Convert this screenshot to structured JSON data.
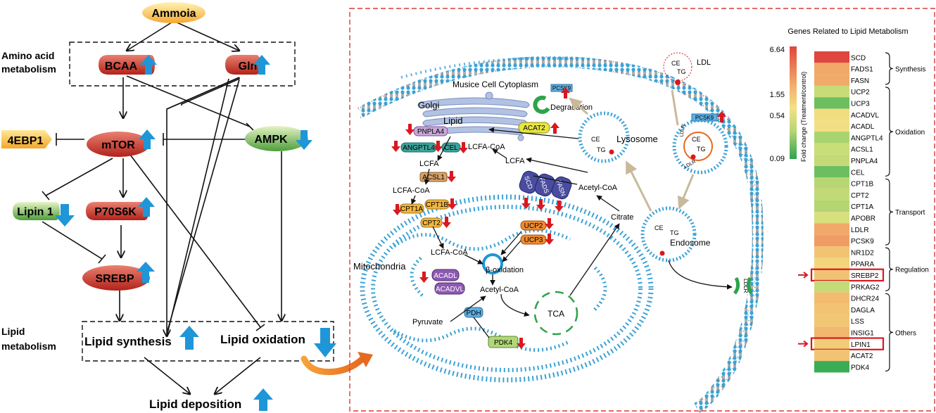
{
  "left": {
    "ammonia": "Ammoia",
    "amino_label_1": "Amino acid",
    "amino_label_2": "metabolism",
    "bcaa": "BCAA",
    "gln": "Gln",
    "fourebp1": "4EBP1",
    "mtor": "mTOR",
    "ampk": "AMPK",
    "lipin1": "Lipin 1",
    "p70s6k": "P70S6K",
    "srebp": "SREBP",
    "lipid_label_1": "Lipid",
    "lipid_label_2": "metabolism",
    "lipid_synthesis": "Lipid synthesis",
    "lipid_oxidation": "Lipid oxidation",
    "lipid_deposition": "Lipid deposition"
  },
  "cell": {
    "cytoplasm": "Musice Cell Cytoplasm",
    "golgi": "Golgi",
    "lipid": "Lipid",
    "pnpla4": "PNPLA4",
    "angptl4": "ANGPTL4",
    "cel": "CEL",
    "lcfa_coa_top": "LCFA-CoA",
    "lcfa_1": "LCFA",
    "acsl1": "ACSL1",
    "lcfa_coa_2": "LCFA-CoA",
    "cpt1a": "CPT1A",
    "cpt1b": "CPT1B",
    "cpt2": "CPT2",
    "lcfa_coa_3": "LCFA-CoA",
    "mitochondria": "Mitochondria",
    "beta_ox": "β-oxidation",
    "ucp2": "UCP2",
    "ucp3": "UCP3",
    "acadl": "ACADL",
    "acadvl": "ACADVL",
    "acetyl_coa_mito": "Acetyl-CoA",
    "pyruvate": "Pyruvate",
    "pdh": "PDH",
    "pdk4": "PDK4",
    "tca": "TCA",
    "citrate": "Citrate",
    "acetyl_coa_cyto": "Acetyl-CoA",
    "scd": "SCD",
    "fads": "FADS",
    "fasn": "FASN",
    "lcfa_2": "LCFA",
    "acat2": "ACAT2",
    "pcsk9_top": "PCSK9",
    "degradation": "Degradation",
    "lysosome": "Lysosome",
    "ce_1": "CE",
    "tg_1": "TG",
    "ldl": "LDL",
    "ce_ldl": "CE",
    "tg_ldl": "TG",
    "pcsk9_right": "PCSK9",
    "ldlr_1": "LDLR",
    "ldlr_2": "LDLR",
    "ldlr_3": "LDLR",
    "ce_2": "CE",
    "tg_2": "TG",
    "endosome": "Endosome",
    "ce_3": "CE",
    "tg_3": "TG"
  },
  "heatmap": {
    "title": "Genes Related to Lipid Metabolism",
    "scale_title": "Fold change (Treatment/control)",
    "scale_ticks": [
      "6.64",
      "1.55",
      "0.54",
      "0.09"
    ],
    "genes": [
      {
        "name": "SCD",
        "color": "#e0463d"
      },
      {
        "name": "FADS1",
        "color": "#f1a869"
      },
      {
        "name": "FASN",
        "color": "#f0aa6a"
      },
      {
        "name": "UCP2",
        "color": "#c7dc77"
      },
      {
        "name": "UCP3",
        "color": "#6cbf60"
      },
      {
        "name": "ACADVL",
        "color": "#f0dd80"
      },
      {
        "name": "ACADL",
        "color": "#f3df83"
      },
      {
        "name": "ANGPTL4",
        "color": "#a9d36f"
      },
      {
        "name": "ACSL1",
        "color": "#c9dd79"
      },
      {
        "name": "PNPLA4",
        "color": "#c4da77"
      },
      {
        "name": "CEL",
        "color": "#6cbf60"
      },
      {
        "name": "CPT1B",
        "color": "#b8d673"
      },
      {
        "name": "CPT2",
        "color": "#c2d977"
      },
      {
        "name": "CPT1A",
        "color": "#b4d572"
      },
      {
        "name": "APOBR",
        "color": "#d8df7d"
      },
      {
        "name": "LDLR",
        "color": "#f1a869"
      },
      {
        "name": "PCSK9",
        "color": "#ef9d64"
      },
      {
        "name": "NR1D2",
        "color": "#f2c373"
      },
      {
        "name": "PPARA",
        "color": "#f3d57b"
      },
      {
        "name": "SREBP2",
        "color": "#f2c274"
      },
      {
        "name": "PRKAG2",
        "color": "#c5db78"
      },
      {
        "name": "DHCR24",
        "color": "#f2bb70"
      },
      {
        "name": "DAGLA",
        "color": "#f2c373"
      },
      {
        "name": "LSS",
        "color": "#f2c774"
      },
      {
        "name": "INSIG1",
        "color": "#f1b86e"
      },
      {
        "name": "LPIN1",
        "color": "#f2cd78"
      },
      {
        "name": "ACAT2",
        "color": "#f2c373"
      },
      {
        "name": "PDK4",
        "color": "#3aac55"
      }
    ],
    "groups": [
      {
        "label": "Synthesis",
        "start": 0,
        "end": 2
      },
      {
        "label": "Oxidation",
        "start": 3,
        "end": 10
      },
      {
        "label": "Transport",
        "start": 11,
        "end": 16
      },
      {
        "label": "Regulation",
        "start": 17,
        "end": 20
      },
      {
        "label": "Others",
        "start": 21,
        "end": 27
      }
    ],
    "highlighted": [
      "SREBP2",
      "LPIN1"
    ]
  },
  "colors": {
    "up_arrow": "#1f96d8",
    "down_arrow": "#d9181f",
    "membrane": "#3aa2d6",
    "dashed_border": "#d63a3a"
  }
}
